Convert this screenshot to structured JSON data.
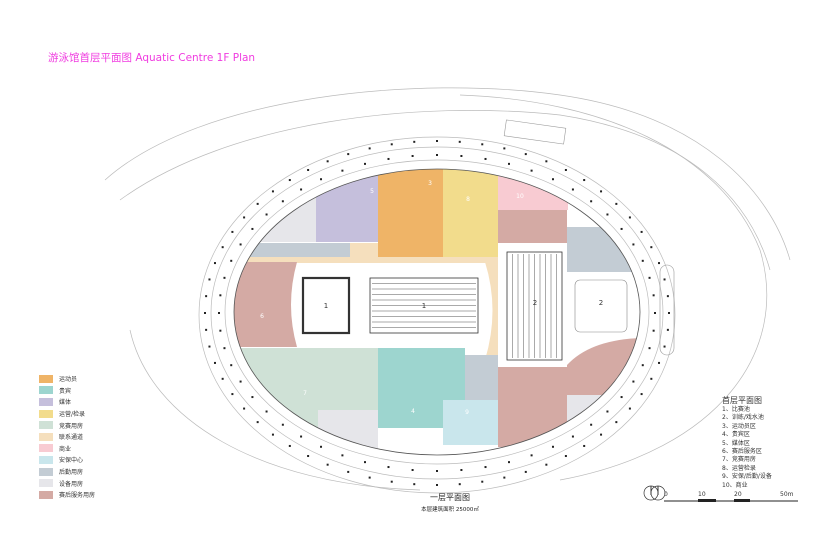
{
  "title": "游泳馆首层平面图 Aquatic Centre 1F Plan",
  "legend": [
    {
      "label": "运动员",
      "color": "#efb467"
    },
    {
      "label": "贵宾",
      "color": "#9dd5cf"
    },
    {
      "label": "媒体",
      "color": "#c5bfdc"
    },
    {
      "label": "运营/检录",
      "color": "#f2dc8c"
    },
    {
      "label": "竞赛用房",
      "color": "#cfe1d6"
    },
    {
      "label": "联系通道",
      "color": "#f5dfbd"
    },
    {
      "label": "商业",
      "color": "#f8cbd2"
    },
    {
      "label": "安保中心",
      "color": "#c9e6ec"
    },
    {
      "label": "后勤用房",
      "color": "#c3ccd4"
    },
    {
      "label": "设备用房",
      "color": "#e6e6ea"
    },
    {
      "label": "赛后服务用房",
      "color": "#d4aaa4"
    }
  ],
  "room_list": {
    "heading": "首层平面图",
    "items": [
      "1、比赛池",
      "2、训练/戏水池",
      "3、运动员区",
      "4、贵宾区",
      "5、媒体区",
      "6、赛后服务区",
      "7、竞赛用房",
      "8、运营检录",
      "9、安保/后勤/设备",
      "10、商业"
    ]
  },
  "zone_numbers": {
    "comp_pool_a": "1",
    "comp_pool_b": "1",
    "training_pool": "2",
    "leisure_pool": "2",
    "athletes": "3",
    "vip": "4",
    "media": "5",
    "postgame": "6",
    "competition": "7",
    "operations": "8",
    "security": "9",
    "commercial": "10"
  },
  "caption": "一层平面图",
  "subcaption": "本层建筑面积 25000㎡",
  "scale_bar": {
    "labels": [
      "0",
      "10",
      "20",
      "50m"
    ]
  }
}
